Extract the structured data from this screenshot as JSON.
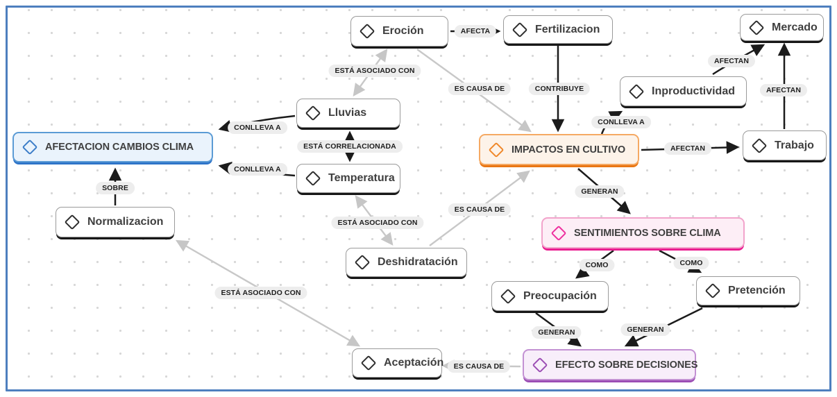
{
  "canvas": {
    "type": "concept-map",
    "border_color": "#4e7fbe",
    "background": "#ffffff",
    "dot_color": "#d7d7d7"
  },
  "colors": {
    "edge_black": "#1b1b1b",
    "edge_gray": "#c8c8c8",
    "label_pill_bg": "#ededed",
    "node_text": "#3f3f3f",
    "node_shadow": "#171717",
    "highlight_blue": {
      "border": "#5b9bd5",
      "bg": "#eaf3fc",
      "shadow": "#2e74c8"
    },
    "highlight_orange": {
      "border": "#f5a963",
      "bg": "#fdf3e9",
      "shadow": "#e97613"
    },
    "highlight_pink": {
      "border": "#f2a3cb",
      "bg": "#fdeef6",
      "shadow": "#ea1c90"
    },
    "highlight_purple": {
      "border": "#c391d3",
      "bg": "#f8eefa",
      "shadow": "#9c4eb4"
    }
  },
  "nodes": [
    {
      "id": "erocion",
      "label": "Eroción",
      "type": "default"
    },
    {
      "id": "fertilizacion",
      "label": "Fertilizacion",
      "type": "default"
    },
    {
      "id": "mercado",
      "label": "Mercado",
      "type": "default"
    },
    {
      "id": "inproductividad",
      "label": "Inproductividad",
      "type": "default"
    },
    {
      "id": "lluvias",
      "label": "Lluvias",
      "type": "default"
    },
    {
      "id": "afectacion-cambios-clima",
      "label": "AFECTACION CAMBIOS CLIMA",
      "type": "highlight-blue"
    },
    {
      "id": "temperatura",
      "label": "Temperatura",
      "type": "default"
    },
    {
      "id": "impactos-en-cultivo",
      "label": "IMPACTOS EN CULTIVO",
      "type": "highlight-orange"
    },
    {
      "id": "trabajo",
      "label": "Trabajo",
      "type": "default"
    },
    {
      "id": "normalizacion",
      "label": "Normalizacion",
      "type": "default"
    },
    {
      "id": "deshidratacion",
      "label": "Deshidratación",
      "type": "default"
    },
    {
      "id": "sentimientos-sobre-clima",
      "label": "SENTIMIENTOS SOBRE CLIMA",
      "type": "highlight-pink"
    },
    {
      "id": "preocupacion",
      "label": "Preocupación",
      "type": "default"
    },
    {
      "id": "pretencion",
      "label": "Pretención",
      "type": "default"
    },
    {
      "id": "aceptacion",
      "label": "Aceptación",
      "type": "default"
    },
    {
      "id": "efecto-sobre-decisiones",
      "label": "EFECTO SOBRE DECISIONES",
      "type": "highlight-purple"
    }
  ],
  "edges": [
    {
      "label": "AFECTA",
      "from": "Eroción",
      "to": "Fertilizacion",
      "style": "black",
      "bidirectional": false
    },
    {
      "label": "ESTÁ ASOCIADO CON",
      "from": "Eroción",
      "to": "Lluvias",
      "style": "gray",
      "bidirectional": true
    },
    {
      "label": "ES CAUSA DE",
      "from": "Eroción",
      "to": "IMPACTOS EN CULTIVO",
      "style": "gray",
      "bidirectional": false
    },
    {
      "label": "CONTRIBUYE",
      "from": "Fertilizacion",
      "to": "IMPACTOS EN CULTIVO",
      "style": "black",
      "bidirectional": false
    },
    {
      "label": "AFECTAN",
      "from": "Inproductividad",
      "to": "Mercado",
      "style": "black",
      "bidirectional": false
    },
    {
      "label": "AFECTAN",
      "from": "Trabajo",
      "to": "Mercado",
      "style": "black",
      "bidirectional": false
    },
    {
      "label": "CONLLEVA A",
      "from": "Lluvias",
      "to": "AFECTACION CAMBIOS CLIMA",
      "style": "black",
      "bidirectional": false
    },
    {
      "label": "ESTÁ CORRELACIONADA",
      "from": "Lluvias",
      "to": "Temperatura",
      "style": "black",
      "bidirectional": true
    },
    {
      "label": "CONLLEVA A",
      "from": "Temperatura",
      "to": "AFECTACION CAMBIOS CLIMA",
      "style": "black",
      "bidirectional": false
    },
    {
      "label": "CONLLEVA A",
      "from": "IMPACTOS EN CULTIVO",
      "to": "Inproductividad",
      "style": "black",
      "bidirectional": false
    },
    {
      "label": "AFECTAN",
      "from": "IMPACTOS EN CULTIVO",
      "to": "Trabajo",
      "style": "black",
      "bidirectional": false
    },
    {
      "label": "GENERAN",
      "from": "IMPACTOS EN CULTIVO",
      "to": "SENTIMIENTOS SOBRE CLIMA",
      "style": "black",
      "bidirectional": false
    },
    {
      "label": "SOBRE",
      "from": "Normalizacion",
      "to": "AFECTACION CAMBIOS CLIMA",
      "style": "black",
      "bidirectional": false
    },
    {
      "label": "ESTÁ ASOCIADO CON",
      "from": "Temperatura",
      "to": "Deshidratación",
      "style": "gray",
      "bidirectional": true
    },
    {
      "label": "ES CAUSA DE",
      "from": "Deshidratación",
      "to": "IMPACTOS EN CULTIVO",
      "style": "gray",
      "bidirectional": false
    },
    {
      "label": "COMO",
      "from": "SENTIMIENTOS SOBRE CLIMA",
      "to": "Preocupación",
      "style": "black",
      "bidirectional": false
    },
    {
      "label": "COMO",
      "from": "SENTIMIENTOS SOBRE CLIMA",
      "to": "Pretención",
      "style": "black",
      "bidirectional": false
    },
    {
      "label": "GENERAN",
      "from": "Preocupación",
      "to": "EFECTO SOBRE DECISIONES",
      "style": "black",
      "bidirectional": false
    },
    {
      "label": "GENERAN",
      "from": "Pretención",
      "to": "EFECTO SOBRE DECISIONES",
      "style": "black",
      "bidirectional": false
    },
    {
      "label": "ES CAUSA DE",
      "from": "EFECTO SOBRE DECISIONES",
      "to": "Aceptación",
      "style": "gray",
      "bidirectional": false
    },
    {
      "label": "ESTÁ ASOCIADO CON",
      "from": "Aceptación",
      "to": "Normalizacion",
      "style": "gray",
      "bidirectional": true
    }
  ]
}
